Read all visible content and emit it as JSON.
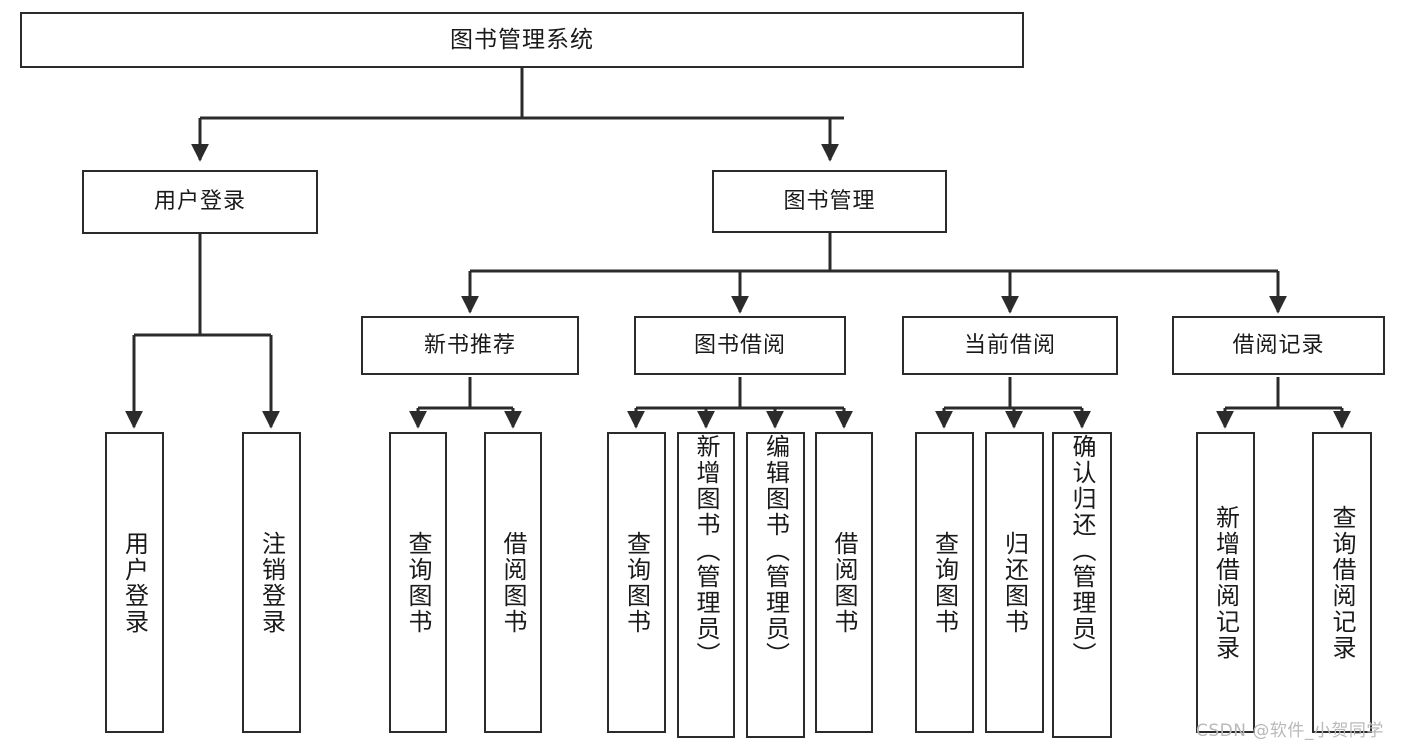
{
  "diagram": {
    "type": "tree-hierarchy",
    "title": "图书管理系统",
    "watermark": "CSDN @软件_小贺同学",
    "colors": {
      "box_border": "#2b2b2b",
      "box_fill": "#ffffff",
      "edge": "#2b2b2b",
      "text": "#1a1a1a",
      "watermark": "#b9b9b9",
      "background": "#ffffff"
    },
    "nodes": {
      "root": {
        "label": "图书管理系统"
      },
      "level1": [
        {
          "id": "user-login",
          "label": "用户登录"
        },
        {
          "id": "book-manage",
          "label": "图书管理"
        }
      ],
      "level2": [
        {
          "id": "new-book-recommend",
          "label": "新书推荐"
        },
        {
          "id": "book-borrow",
          "label": "图书借阅"
        },
        {
          "id": "current-borrow",
          "label": "当前借阅"
        },
        {
          "id": "borrow-record",
          "label": "借阅记录"
        }
      ],
      "leaves": {
        "user-login": [
          {
            "id": "leaf-user-login",
            "label": "用户登录"
          },
          {
            "id": "leaf-user-logout",
            "label": "注销登录"
          }
        ],
        "new-book-recommend": [
          {
            "id": "leaf-query-book-1",
            "label": "查询图书"
          },
          {
            "id": "leaf-borrow-book-1",
            "label": "借阅图书"
          }
        ],
        "book-borrow": [
          {
            "id": "leaf-query-book-2",
            "label": "查询图书"
          },
          {
            "id": "leaf-add-book",
            "label": "新增图书（管理员）"
          },
          {
            "id": "leaf-edit-book",
            "label": "编辑图书（管理员）"
          },
          {
            "id": "leaf-borrow-book-2",
            "label": "借阅图书"
          }
        ],
        "current-borrow": [
          {
            "id": "leaf-query-book-3",
            "label": "查询图书"
          },
          {
            "id": "leaf-return-book",
            "label": "归还图书"
          },
          {
            "id": "leaf-confirm-return",
            "label": "确认归还（管理员）"
          }
        ],
        "borrow-record": [
          {
            "id": "leaf-add-record",
            "label": "新增借阅记录"
          },
          {
            "id": "leaf-query-record",
            "label": "查询借阅记录"
          }
        ]
      }
    }
  }
}
